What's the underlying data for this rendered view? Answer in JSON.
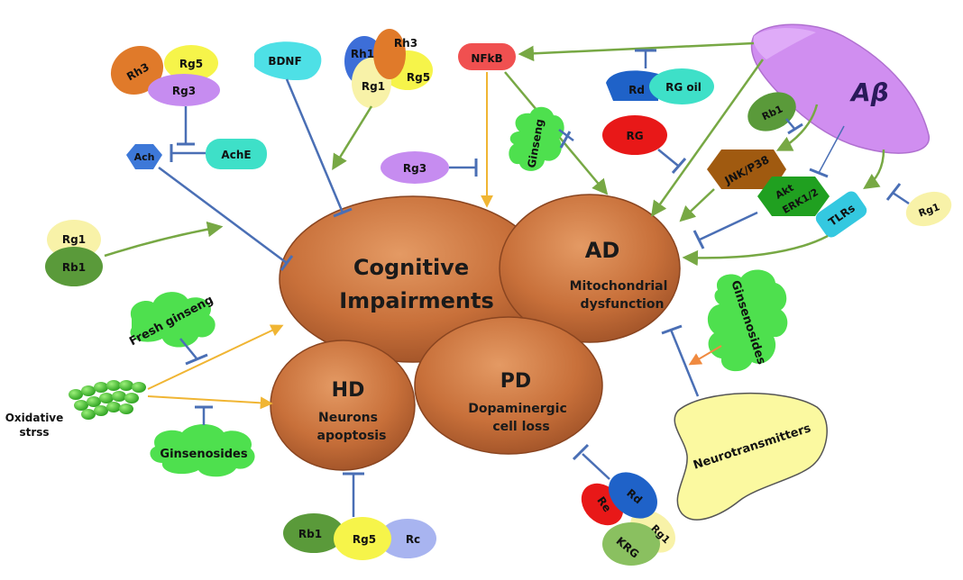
{
  "center": {
    "cognitive": {
      "line1": "Cognitive",
      "line2": "Impairments"
    },
    "ad": {
      "title": "AD",
      "sub1": "Mitochondrial",
      "sub2": "dysfunction"
    },
    "pd": {
      "title": "PD",
      "sub1": "Dopaminergic",
      "sub2": "cell loss"
    },
    "hd": {
      "title": "HD",
      "sub1": "Neurons",
      "sub2": "apoptosis"
    }
  },
  "top_left": {
    "rh3": "Rh3",
    "rg5": "Rg5",
    "rg3": "Rg3",
    "ach": "Ach",
    "ache": "AchE"
  },
  "top_mid": {
    "bdnf": "BDNF",
    "rh1": "Rh1",
    "rh3": "Rh3",
    "rg1": "Rg1",
    "rg5": "Rg5",
    "nfkb": "NFkB",
    "rg3": "Rg3"
  },
  "top_right": {
    "rd": "Rd",
    "rg_oil": "RG oil",
    "rg": "RG",
    "ginseng": "Ginseng",
    "abeta": "Aβ",
    "rb1": "Rb1",
    "jnk": "JNK/P38",
    "akt1": "Akt",
    "akt2": "ERK1/2",
    "tlrs": "TLRs",
    "rg1": "Rg1"
  },
  "left": {
    "rg1": "Rg1",
    "rb1": "Rb1",
    "fresh_ginseng": "Fresh ginseng",
    "oxidative1": "Oxidative",
    "oxidative2": "strss",
    "ginsenosides": "Ginsenosides"
  },
  "bottom": {
    "rb1": "Rb1",
    "rg5": "Rg5",
    "rc": "Rc"
  },
  "bottom_right": {
    "re": "Re",
    "rd": "Rd",
    "rg1": "Rg1",
    "krg": "KRG",
    "neurotransmitters": "Neurotransmitters",
    "ginsenosides": "Ginsenosides"
  },
  "colors": {
    "brown": "#c8703a",
    "green_arrow": "#77a844",
    "blue_inhibit": "#4a6fb5",
    "orange_arrow": "#f0b533",
    "abeta_purple": "#d08ef0",
    "cloud_green": "#4ee04e",
    "neuro_yellow": "#fbf9a0"
  }
}
